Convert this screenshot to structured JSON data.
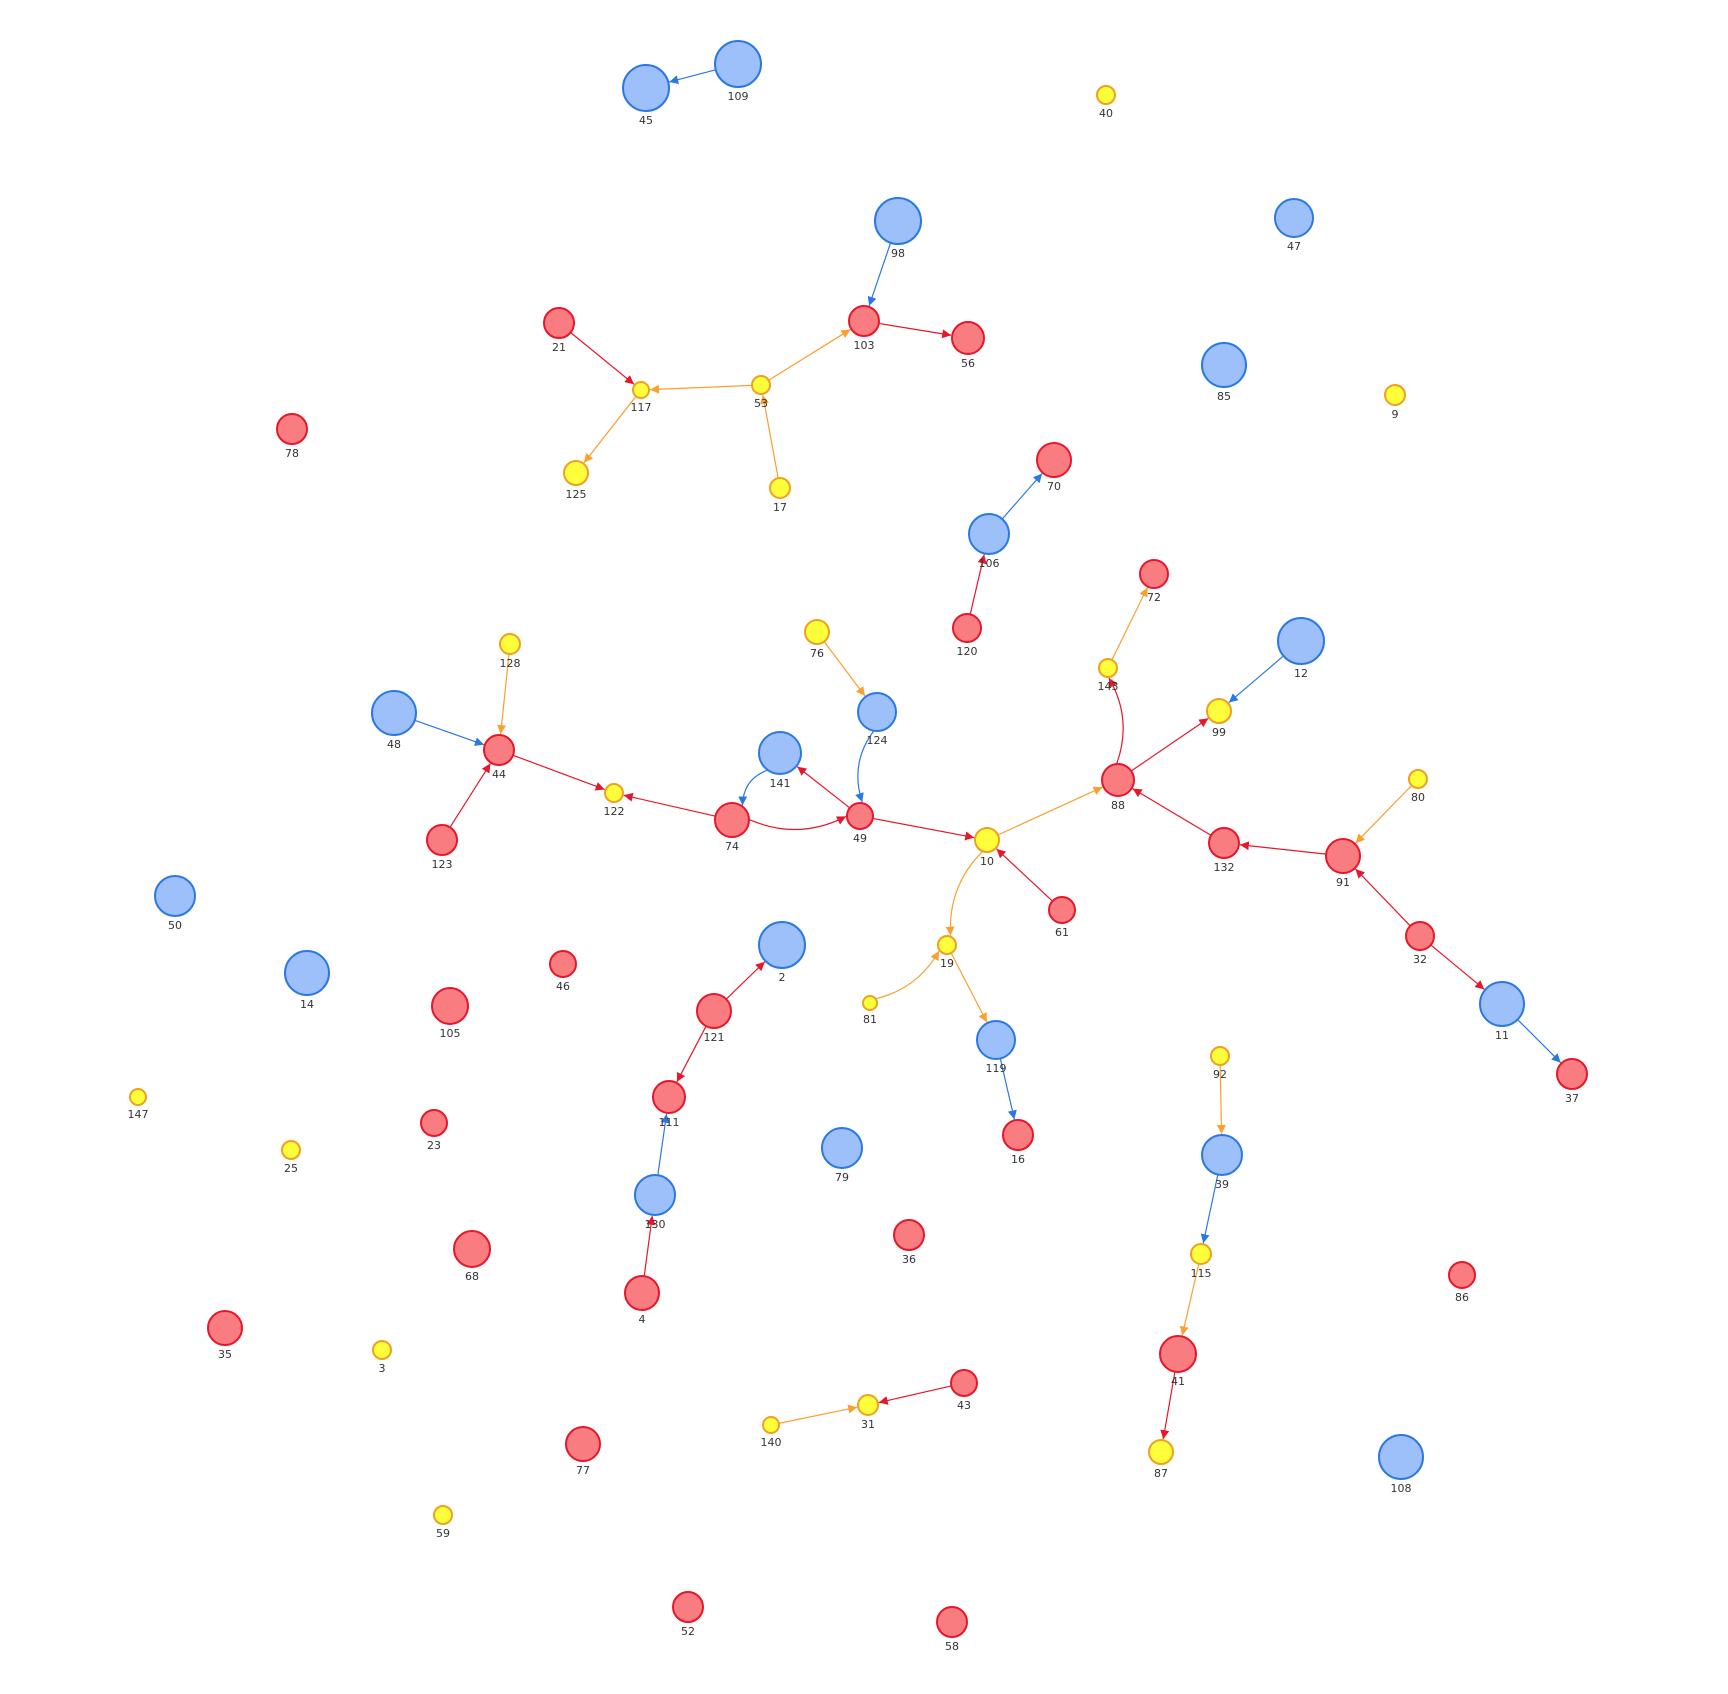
{
  "node_types": {
    "blue": {
      "fill": "#9ec0fa",
      "stroke": "#2a78e4"
    },
    "red": {
      "fill": "#f87c80",
      "stroke": "#e8162a"
    },
    "yellow": {
      "fill": "#fefe3a",
      "stroke": "#f0a020"
    }
  },
  "edge_colors": {
    "blue": "#2a78e4",
    "red": "#e8162a",
    "yellow": "#f8a030"
  },
  "nodes": [
    {
      "label": "109",
      "type": "blue"
    },
    {
      "label": "45",
      "type": "blue"
    },
    {
      "label": "40",
      "type": "yellow"
    },
    {
      "label": "98",
      "type": "blue"
    },
    {
      "label": "47",
      "type": "blue"
    },
    {
      "label": "21",
      "type": "red"
    },
    {
      "label": "103",
      "type": "red"
    },
    {
      "label": "56",
      "type": "red"
    },
    {
      "label": "85",
      "type": "blue"
    },
    {
      "label": "117",
      "type": "yellow"
    },
    {
      "label": "53",
      "type": "yellow"
    },
    {
      "label": "9",
      "type": "yellow"
    },
    {
      "label": "78",
      "type": "red"
    },
    {
      "label": "125",
      "type": "yellow"
    },
    {
      "label": "17",
      "type": "yellow"
    },
    {
      "label": "70",
      "type": "red"
    },
    {
      "label": "106",
      "type": "blue"
    },
    {
      "label": "72",
      "type": "red"
    },
    {
      "label": "120",
      "type": "red"
    },
    {
      "label": "128",
      "type": "yellow"
    },
    {
      "label": "76",
      "type": "yellow"
    },
    {
      "label": "12",
      "type": "blue"
    },
    {
      "label": "143",
      "type": "yellow"
    },
    {
      "label": "124",
      "type": "blue"
    },
    {
      "label": "99",
      "type": "yellow"
    },
    {
      "label": "48",
      "type": "blue"
    },
    {
      "label": "44",
      "type": "red"
    },
    {
      "label": "141",
      "type": "blue"
    },
    {
      "label": "88",
      "type": "red"
    },
    {
      "label": "80",
      "type": "yellow"
    },
    {
      "label": "122",
      "type": "yellow"
    },
    {
      "label": "74",
      "type": "red"
    },
    {
      "label": "49",
      "type": "red"
    },
    {
      "label": "10",
      "type": "yellow"
    },
    {
      "label": "132",
      "type": "red"
    },
    {
      "label": "91",
      "type": "red"
    },
    {
      "label": "123",
      "type": "red"
    },
    {
      "label": "50",
      "type": "blue"
    },
    {
      "label": "61",
      "type": "red"
    },
    {
      "label": "32",
      "type": "red"
    },
    {
      "label": "2",
      "type": "blue"
    },
    {
      "label": "46",
      "type": "red"
    },
    {
      "label": "19",
      "type": "yellow"
    },
    {
      "label": "14",
      "type": "blue"
    },
    {
      "label": "105",
      "type": "red"
    },
    {
      "label": "121",
      "type": "red"
    },
    {
      "label": "81",
      "type": "yellow"
    },
    {
      "label": "11",
      "type": "blue"
    },
    {
      "label": "119",
      "type": "blue"
    },
    {
      "label": "92",
      "type": "yellow"
    },
    {
      "label": "37",
      "type": "red"
    },
    {
      "label": "147",
      "type": "yellow"
    },
    {
      "label": "111",
      "type": "red"
    },
    {
      "label": "23",
      "type": "red"
    },
    {
      "label": "16",
      "type": "red"
    },
    {
      "label": "25",
      "type": "yellow"
    },
    {
      "label": "79",
      "type": "blue"
    },
    {
      "label": "39",
      "type": "blue"
    },
    {
      "label": "130",
      "type": "blue"
    },
    {
      "label": "68",
      "type": "red"
    },
    {
      "label": "36",
      "type": "red"
    },
    {
      "label": "115",
      "type": "yellow"
    },
    {
      "label": "86",
      "type": "red"
    },
    {
      "label": "4",
      "type": "red"
    },
    {
      "label": "35",
      "type": "red"
    },
    {
      "label": "3",
      "type": "yellow"
    },
    {
      "label": "41",
      "type": "red"
    },
    {
      "label": "43",
      "type": "red"
    },
    {
      "label": "31",
      "type": "yellow"
    },
    {
      "label": "140",
      "type": "yellow"
    },
    {
      "label": "77",
      "type": "red"
    },
    {
      "label": "87",
      "type": "yellow"
    },
    {
      "label": "108",
      "type": "blue"
    },
    {
      "label": "59",
      "type": "yellow"
    },
    {
      "label": "52",
      "type": "red"
    },
    {
      "label": "58",
      "type": "red"
    }
  ],
  "edges": [
    {
      "from": "109",
      "to": "45",
      "color": "blue"
    },
    {
      "from": "98",
      "to": "103",
      "color": "blue"
    },
    {
      "from": "103",
      "to": "56",
      "color": "red"
    },
    {
      "from": "21",
      "to": "117",
      "color": "red"
    },
    {
      "from": "53",
      "to": "103",
      "color": "yellow"
    },
    {
      "from": "53",
      "to": "117",
      "color": "yellow"
    },
    {
      "from": "117",
      "to": "125",
      "color": "yellow"
    },
    {
      "from": "17",
      "to": "53",
      "color": "yellow"
    },
    {
      "from": "106",
      "to": "70",
      "color": "blue"
    },
    {
      "from": "120",
      "to": "106",
      "color": "red"
    },
    {
      "from": "143",
      "to": "72",
      "color": "yellow"
    },
    {
      "from": "88",
      "to": "143",
      "color": "red",
      "curve": 1
    },
    {
      "from": "88",
      "to": "99",
      "color": "red"
    },
    {
      "from": "12",
      "to": "99",
      "color": "blue"
    },
    {
      "from": "128",
      "to": "44",
      "color": "yellow"
    },
    {
      "from": "48",
      "to": "44",
      "color": "blue"
    },
    {
      "from": "123",
      "to": "44",
      "color": "red"
    },
    {
      "from": "44",
      "to": "122",
      "color": "red"
    },
    {
      "from": "74",
      "to": "122",
      "color": "red"
    },
    {
      "from": "74",
      "to": "49",
      "color": "red",
      "curve": 1
    },
    {
      "from": "141",
      "to": "74",
      "color": "blue",
      "curve": 1
    },
    {
      "from": "49",
      "to": "141",
      "color": "red"
    },
    {
      "from": "76",
      "to": "124",
      "color": "yellow"
    },
    {
      "from": "124",
      "to": "49",
      "color": "blue",
      "curve": 1
    },
    {
      "from": "49",
      "to": "10",
      "color": "red"
    },
    {
      "from": "10",
      "to": "88",
      "color": "yellow"
    },
    {
      "from": "61",
      "to": "10",
      "color": "red"
    },
    {
      "from": "132",
      "to": "88",
      "color": "red"
    },
    {
      "from": "91",
      "to": "132",
      "color": "red"
    },
    {
      "from": "80",
      "to": "91",
      "color": "yellow"
    },
    {
      "from": "32",
      "to": "91",
      "color": "red"
    },
    {
      "from": "32",
      "to": "11",
      "color": "red"
    },
    {
      "from": "11",
      "to": "37",
      "color": "blue"
    },
    {
      "from": "10",
      "to": "19",
      "color": "yellow",
      "curve": 1
    },
    {
      "from": "81",
      "to": "19",
      "color": "yellow",
      "curve": 1
    },
    {
      "from": "19",
      "to": "119",
      "color": "yellow"
    },
    {
      "from": "119",
      "to": "16",
      "color": "blue"
    },
    {
      "from": "121",
      "to": "2",
      "color": "red"
    },
    {
      "from": "121",
      "to": "111",
      "color": "red"
    },
    {
      "from": "130",
      "to": "111",
      "color": "blue"
    },
    {
      "from": "4",
      "to": "130",
      "color": "red"
    },
    {
      "from": "92",
      "to": "39",
      "color": "yellow"
    },
    {
      "from": "39",
      "to": "115",
      "color": "blue"
    },
    {
      "from": "115",
      "to": "41",
      "color": "yellow"
    },
    {
      "from": "41",
      "to": "87",
      "color": "red"
    },
    {
      "from": "43",
      "to": "31",
      "color": "red"
    },
    {
      "from": "140",
      "to": "31",
      "color": "yellow"
    }
  ]
}
